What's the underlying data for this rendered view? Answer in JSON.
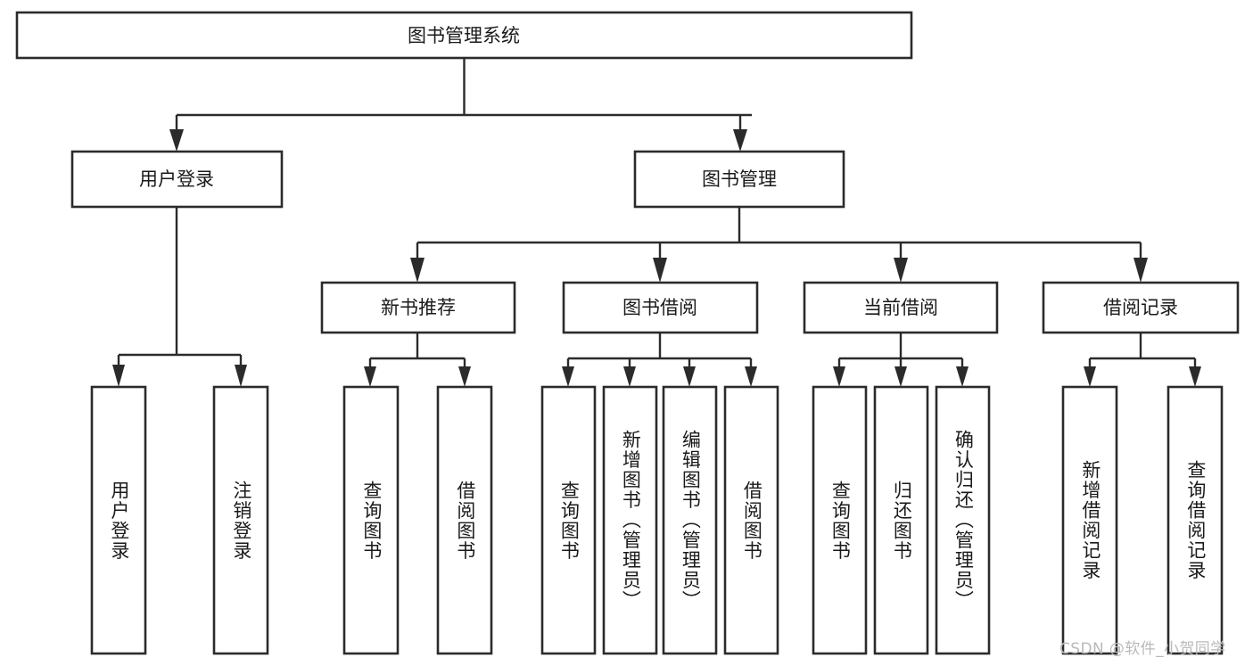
{
  "diagram": {
    "title": "图书管理系统",
    "type": "hierarchy-tree",
    "orientation": "top-down",
    "levels": 4,
    "colors": {
      "box_stroke": "#2b2b2b",
      "box_fill": "#ffffff",
      "text": "#1a1a1a",
      "background": "#ffffff",
      "watermark": "#b9b9b9"
    }
  },
  "root": {
    "label": "图书管理系统"
  },
  "level2": [
    {
      "id": "user-login",
      "label": "用户登录"
    },
    {
      "id": "book-management",
      "label": "图书管理"
    }
  ],
  "level3": [
    {
      "id": "new-book-recommend",
      "label": "新书推荐",
      "parent": "book-management"
    },
    {
      "id": "book-borrow",
      "label": "图书借阅",
      "parent": "book-management"
    },
    {
      "id": "current-borrow",
      "label": "当前借阅",
      "parent": "book-management"
    },
    {
      "id": "borrow-record",
      "label": "借阅记录",
      "parent": "book-management"
    }
  ],
  "leaves": {
    "user-login": [
      {
        "id": "leaf-user-login",
        "label": "用户登录"
      },
      {
        "id": "leaf-logout",
        "label": "注销登录"
      }
    ],
    "new-book-recommend": [
      {
        "id": "leaf-query-book-1",
        "label": "查询图书"
      },
      {
        "id": "leaf-borrow-book-1",
        "label": "借阅图书"
      }
    ],
    "book-borrow": [
      {
        "id": "leaf-query-book-2",
        "label": "查询图书"
      },
      {
        "id": "leaf-add-book",
        "label": "新增图书（管理员）"
      },
      {
        "id": "leaf-edit-book",
        "label": "编辑图书（管理员）"
      },
      {
        "id": "leaf-borrow-book-2",
        "label": "借阅图书"
      }
    ],
    "current-borrow": [
      {
        "id": "leaf-query-book-3",
        "label": "查询图书"
      },
      {
        "id": "leaf-return-book",
        "label": "归还图书"
      },
      {
        "id": "leaf-confirm-return",
        "label": "确认归还（管理员）"
      }
    ],
    "borrow-record": [
      {
        "id": "leaf-add-record",
        "label": "新增借阅记录"
      },
      {
        "id": "leaf-query-record",
        "label": "查询借阅记录"
      }
    ]
  },
  "watermark": {
    "text": "CSDN @软件_小贺同学"
  }
}
